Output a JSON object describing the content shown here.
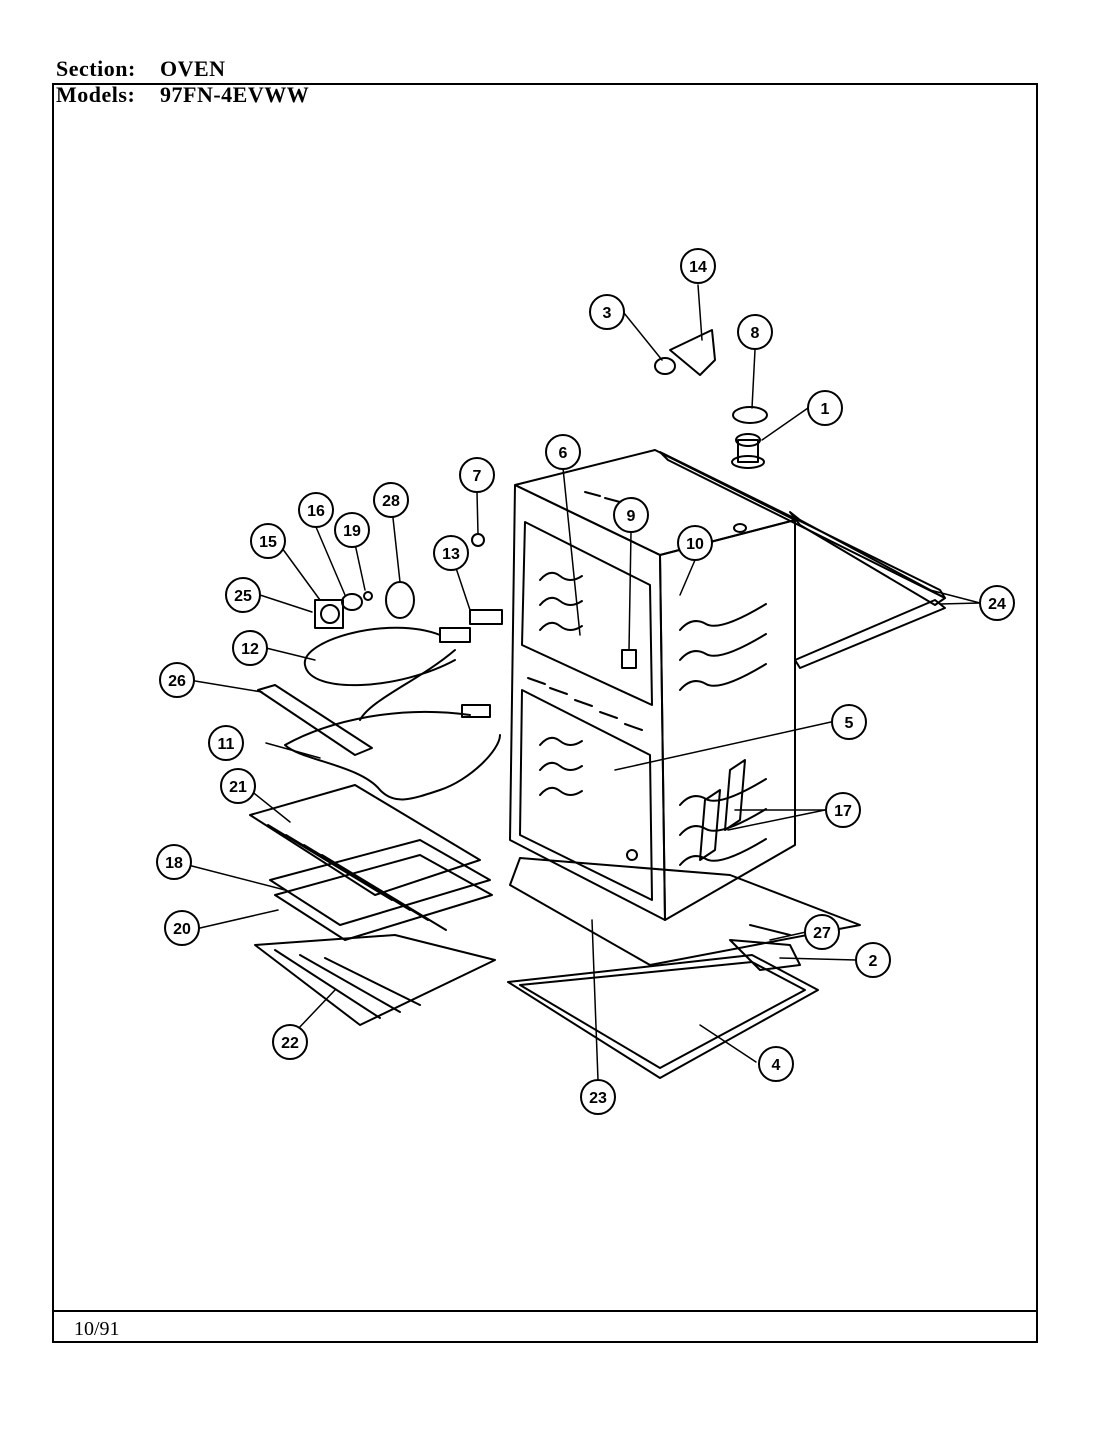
{
  "header": {
    "section_label": "Section:",
    "section_value": "OVEN",
    "models_label": "Models:",
    "models_value": "97FN-4EVWW"
  },
  "footer": {
    "date": "10/91"
  },
  "callouts": [
    "1",
    "2",
    "3",
    "4",
    "5",
    "6",
    "7",
    "8",
    "9",
    "10",
    "11",
    "12",
    "13",
    "14",
    "15",
    "16",
    "17",
    "18",
    "19",
    "20",
    "21",
    "22",
    "23",
    "24",
    "25",
    "26",
    "27",
    "28"
  ],
  "colors": {
    "ink": "#000000",
    "paper": "#ffffff"
  }
}
